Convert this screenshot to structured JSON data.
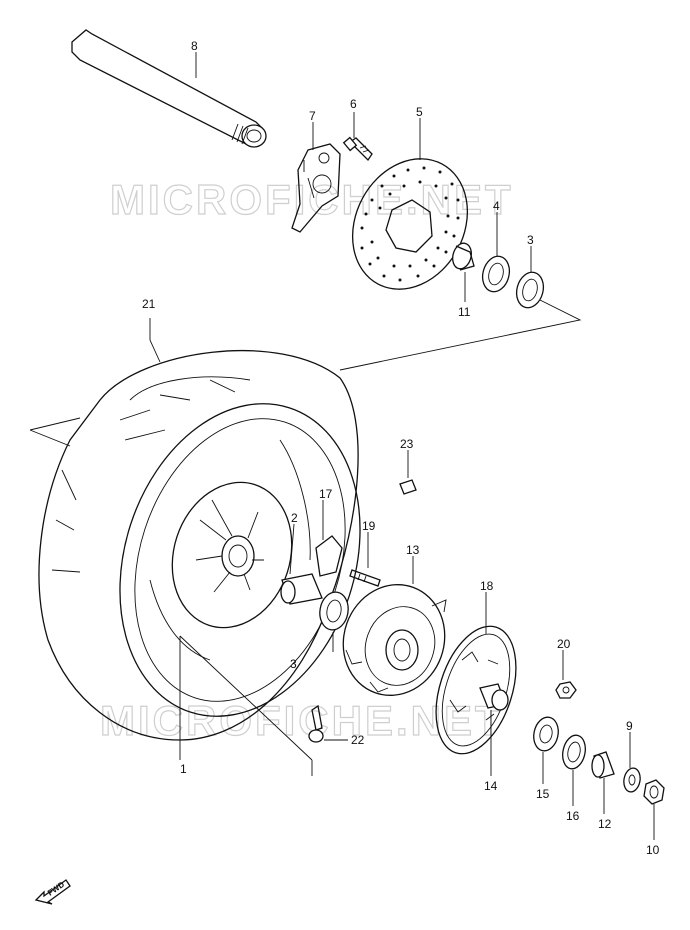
{
  "watermark": {
    "text": "MICROFICHE.NET"
  },
  "fwd_label": "FWD",
  "callouts": [
    {
      "id": "1",
      "label": "1"
    },
    {
      "id": "2",
      "label": "2"
    },
    {
      "id": "3a",
      "label": "3"
    },
    {
      "id": "3b",
      "label": "3"
    },
    {
      "id": "4",
      "label": "4"
    },
    {
      "id": "5",
      "label": "5"
    },
    {
      "id": "6",
      "label": "6"
    },
    {
      "id": "7",
      "label": "7"
    },
    {
      "id": "8",
      "label": "8"
    },
    {
      "id": "9",
      "label": "9"
    },
    {
      "id": "10",
      "label": "10"
    },
    {
      "id": "11",
      "label": "11"
    },
    {
      "id": "12",
      "label": "12"
    },
    {
      "id": "13",
      "label": "13"
    },
    {
      "id": "14",
      "label": "14"
    },
    {
      "id": "15",
      "label": "15"
    },
    {
      "id": "16",
      "label": "16"
    },
    {
      "id": "17",
      "label": "17"
    },
    {
      "id": "18",
      "label": "18"
    },
    {
      "id": "19",
      "label": "19"
    },
    {
      "id": "20",
      "label": "20"
    },
    {
      "id": "21",
      "label": "21"
    },
    {
      "id": "22",
      "label": "22"
    },
    {
      "id": "23",
      "label": "23"
    }
  ]
}
